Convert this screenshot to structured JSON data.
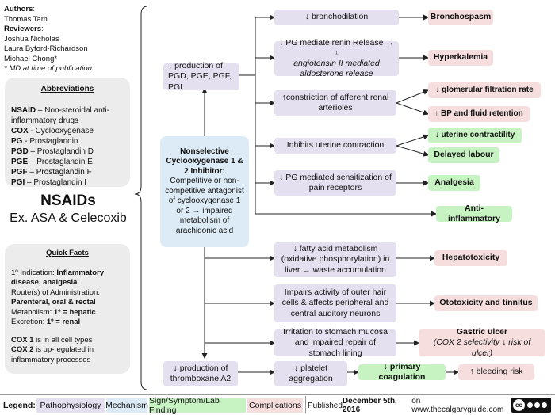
{
  "authors": {
    "authors_label": "Authors",
    "author": "Thomas Tam",
    "reviewers_label": "Reviewers",
    "reviewers": [
      "Joshua Nicholas",
      "Laura Byford-Richardson",
      "Michael Chong*"
    ],
    "note": "* MD at time of publication"
  },
  "abbreviations": {
    "title": "Abbreviations",
    "items": [
      {
        "abbr": "NSAID",
        "sep": " – ",
        "text": "Non-steroidal anti-inflammatory drugs"
      },
      {
        "abbr": "COX",
        "sep": " - ",
        "text": "Cyclooxygenase"
      },
      {
        "abbr": "PG",
        "sep": " - ",
        "text": "Prostaglandin"
      },
      {
        "abbr": "PGD",
        "sep": " – ",
        "text": "Prostaglandin D"
      },
      {
        "abbr": "PGE",
        "sep": " – ",
        "text": "Prostaglandin E"
      },
      {
        "abbr": "PGF",
        "sep": " – ",
        "text": "Prostaglandin F"
      },
      {
        "abbr": "PGI",
        "sep": " – ",
        "text": "Prostaglandin I"
      }
    ]
  },
  "title": {
    "main": "NSAIDs",
    "sub": "Ex. ASA & Celecoxib"
  },
  "quick_facts": {
    "title": "Quick Facts",
    "indication_label": "1º Indication: ",
    "indication_value": "Inflammatory disease, analgesia",
    "route_label": "Route(s) of Administration:",
    "route_value": "Parenteral, oral & rectal",
    "metabolism_label": "Metabolism: ",
    "metabolism_value": "1º = hepatic",
    "excretion_label": "Excretion: ",
    "excretion_value": "1º = renal",
    "cox1_bold": "COX 1",
    "cox1_text": " is in all cell types",
    "cox2_bold": "COX 2",
    "cox2_text": " is up-regulated in inflammatory processes"
  },
  "mechanism": {
    "title": "Nonselective Cyclooxygenase 1 & 2 Inhibitor:",
    "body": "Competitive or non-competitive antagonist of cyclooxygenase 1 or 2 → impaired metabolism of arachidonic acid"
  },
  "pathways": {
    "pg_production": "↓ production of PGD, PGE, PGF, PGI",
    "bronchodilation": "↓ bronchodilation",
    "renin_line1": "↓ PG mediate renin Release → ↓",
    "renin_line2": "angiotensin II mediated aldosterone release",
    "afferent": "↑constriction of afferent renal arterioles",
    "uterine": "Inhibits uterine contraction",
    "pain": "↓ PG mediated sensitization of pain receptors",
    "fatty": "↓ fatty acid metabolism (oxidative phosphorylation) in liver → waste accumulation",
    "hair": "Impairs activity of outer hair cells & affects peripheral and central auditory neurons",
    "stomach": "Irritation to stomach mucosa and impaired repair of stomach lining",
    "thromboxane": "↓ production of thromboxane A2",
    "platelet": "↓ platelet aggregation"
  },
  "outcomes": {
    "bronchospasm": "Bronchospasm",
    "hyperkalemia": "Hyperkalemia",
    "gfr": "↓ glomerular filtration rate",
    "bp": "↑ BP and fluid retention",
    "uterine_contractility": "↓ uterine contractility",
    "delayed_labour": "Delayed labour",
    "analgesia": "Analgesia",
    "anti_inflammatory": "Anti-inflammatory",
    "hepatotoxicity": "Hepatotoxicity",
    "ototoxicity": "Ototoxicity and tinnitus",
    "gastric_title": "Gastric ulcer",
    "gastric_note": "(COX 2 selectivity ↓ risk of ulcer)",
    "coagulation": "↓ primary coagulation",
    "bleeding": "↑ bleeding risk"
  },
  "legend": {
    "label": "Legend:",
    "items": [
      "Pathophysiology",
      "Mechanism",
      "Sign/Symptom/Lab Finding",
      "Complications"
    ],
    "published_prefix": "Published ",
    "published_date": "December 5th, 2016",
    "published_suffix": " on www.thecalgaryguide.com",
    "license_icon": "cc-by-nc-sa"
  },
  "colors": {
    "pathophysiology": "#e5e0ef",
    "mechanism": "#dcebf5",
    "sign": "#c7f2c2",
    "complications": "#f6dede"
  }
}
